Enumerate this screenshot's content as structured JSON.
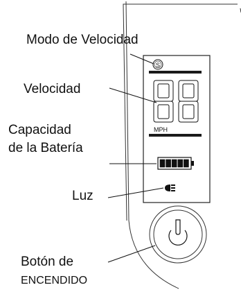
{
  "labels": {
    "speed_mode": "Modo de Velocidad",
    "speed": "Velocidad",
    "battery_line1": "Capacidad",
    "battery_line2": "de la Batería",
    "light": "Luz",
    "power_line1": "Botón de",
    "power_line2": "ENCENDIDO"
  },
  "display": {
    "speed_mode_symbol": "S",
    "unit": "MPH",
    "battery_level_fraction": 1.0,
    "battery_segments": 5
  },
  "colors": {
    "ink": "#111111",
    "bar": "#1a1a1a",
    "outline": "#333333"
  },
  "icons": [
    "speed-mode-icon",
    "headlight-icon",
    "power-icon",
    "battery-icon"
  ]
}
